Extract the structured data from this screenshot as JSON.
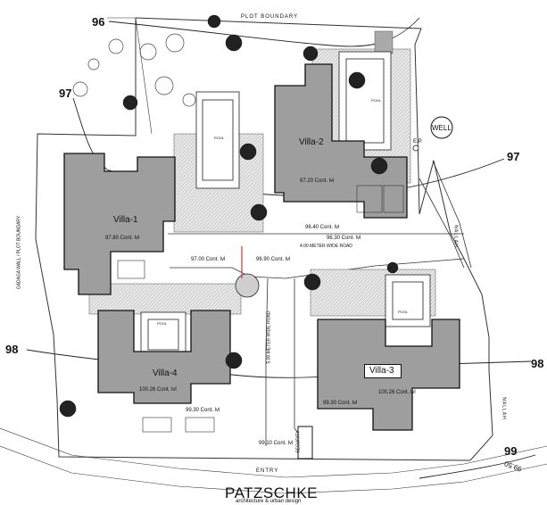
{
  "contours": {
    "c96": "96",
    "c97a": "97",
    "c97b": "97",
    "c98a": "98",
    "c98b": "98",
    "c99": "99"
  },
  "boundary": {
    "top": "PLOT BOUNDARY",
    "left": "GADAGA WALL / PLOT BOUNDARY"
  },
  "villas": [
    {
      "name": "Villa-1",
      "level": "97.80 Cont. lvl"
    },
    {
      "name": "Villa-2",
      "level": "97.20 Cont. lvl"
    },
    {
      "name": "Villa-3",
      "level": "100.26 Cont. lvl"
    },
    {
      "name": "Villa-4",
      "level": "100.26 Cont. lvl"
    }
  ],
  "pool_label": "POOL",
  "levels": {
    "l9640": "96.40 Cont. lvl",
    "l9630": "96.30 Cont. lvl",
    "l9700": "97.00 Cont. lvl",
    "l9690": "96.90 Cont. lvl",
    "l9930a": "99.30 Cont. lvl",
    "l9930b": "99.30 Cont. lvl",
    "l9910": "99.10 Cont. lvl"
  },
  "roads": {
    "r4": "4.00 METER WIDE ROAD",
    "r5": "5.00 METER WIDE ROAD",
    "nallah1": "NALLAH",
    "nallah2": "NALLAH"
  },
  "well": "WELL",
  "ep": "E.P.",
  "security": "SECURITY",
  "entry": "ENTRY",
  "corner_text": "99.50",
  "brand": "PATZSCHKE",
  "tagline": "architecture & urban design",
  "colors": {
    "building": "#9e9e9e",
    "line": "#222222",
    "paving": "#d8d8d8"
  }
}
